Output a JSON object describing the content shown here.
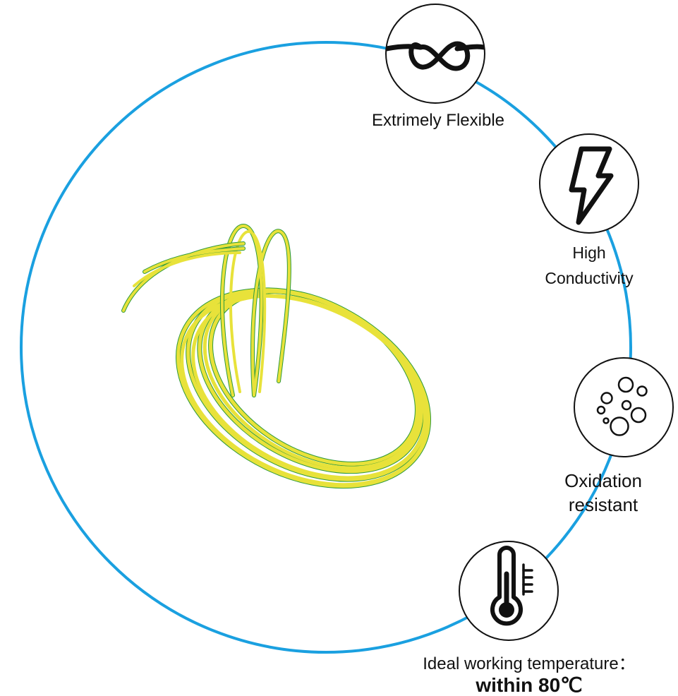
{
  "colors": {
    "ring": "#1aa0e0",
    "icon_stroke": "#111111",
    "wire_yellow": "#e8e23a",
    "wire_green": "#2f9a3c",
    "label_text": "#111111"
  },
  "features": [
    {
      "icon": "knot-icon",
      "lines": [
        "Extrimely Flexible"
      ]
    },
    {
      "icon": "lightning-bolt-icon",
      "lines": [
        "High",
        "Conductivity"
      ]
    },
    {
      "icon": "bubbles-icon",
      "lines": [
        "Oxidation",
        "resistant"
      ]
    },
    {
      "icon": "thermometer-icon",
      "lines": [
        "Ideal working temperature：",
        "within 80℃"
      ]
    }
  ]
}
